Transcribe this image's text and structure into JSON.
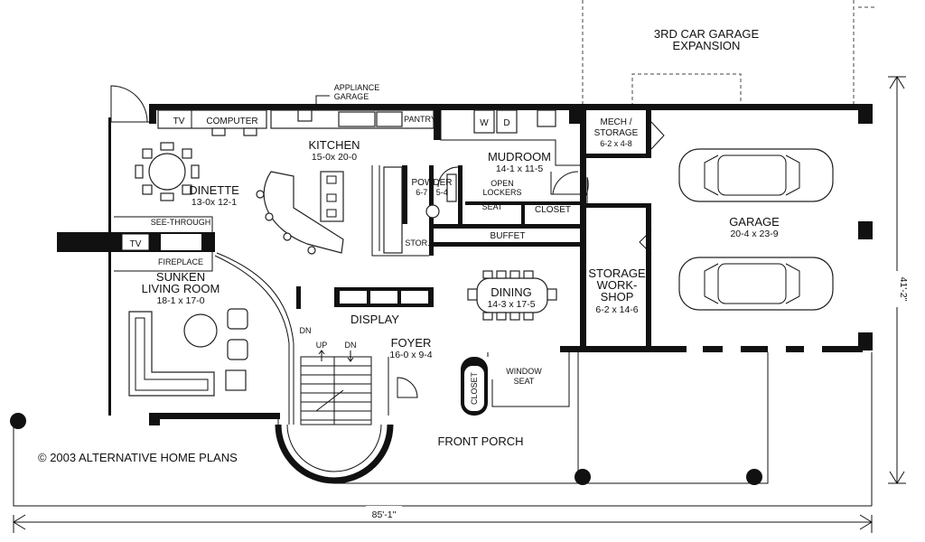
{
  "copyright": "© 2003 ALTERNATIVE HOME PLANS",
  "dimensions": {
    "width": "85'-1\"",
    "depth": "41'-2\""
  },
  "rooms": {
    "garage_expansion": {
      "line1": "3RD CAR GARAGE",
      "line2": "EXPANSION"
    },
    "kitchen": {
      "name": "KITCHEN",
      "size": "15-0x 20-0"
    },
    "dinette": {
      "name": "DINETTE",
      "size": "13-0x 12-1"
    },
    "mudroom": {
      "name": "MUDROOM",
      "size": "14-1 x 11-5"
    },
    "mech": {
      "line1": "MECH /",
      "line2": "STORAGE",
      "size": "6-2 x 4-8"
    },
    "garage": {
      "name": "GARAGE",
      "size": "20-4 x 23-9"
    },
    "powder": {
      "name": "POWDER",
      "size": "6-7 x 5-4"
    },
    "living": {
      "line1": "SUNKEN",
      "line2": "LIVING ROOM",
      "size": "18-1 x 17-0"
    },
    "dining": {
      "name": "DINING",
      "size": "14-3 x 17-5"
    },
    "storage_workshop": {
      "line1": "STORAGE",
      "line2": "WORK-",
      "line3": "SHOP",
      "size": "6-2 x 14-6"
    },
    "foyer": {
      "name": "FOYER",
      "size": "16-0 x 9-4"
    },
    "front_porch": {
      "name": "FRONT PORCH"
    }
  },
  "labels": {
    "tv_top": "TV",
    "computer": "COMPUTER",
    "appliance_garage_1": "APPLIANCE",
    "appliance_garage_2": "GARAGE",
    "pantry": "PANTRY",
    "washer": "W",
    "dryer": "D",
    "see_through": "SEE-THROUGH",
    "tv_fireplace": "TV",
    "fireplace": "FIREPLACE",
    "open_lockers_1": "OPEN",
    "open_lockers_2": "LOCKERS",
    "seat": "SEAT",
    "closet_mud": "CLOSET",
    "buffet": "BUFFET",
    "stor": "STOR.",
    "display": "DISPLAY",
    "dn_living": "DN",
    "up": "UP",
    "dn_stair": "DN",
    "window_seat_1": "WINDOW",
    "window_seat_2": "SEAT",
    "closet_foyer": "CLOSET"
  }
}
